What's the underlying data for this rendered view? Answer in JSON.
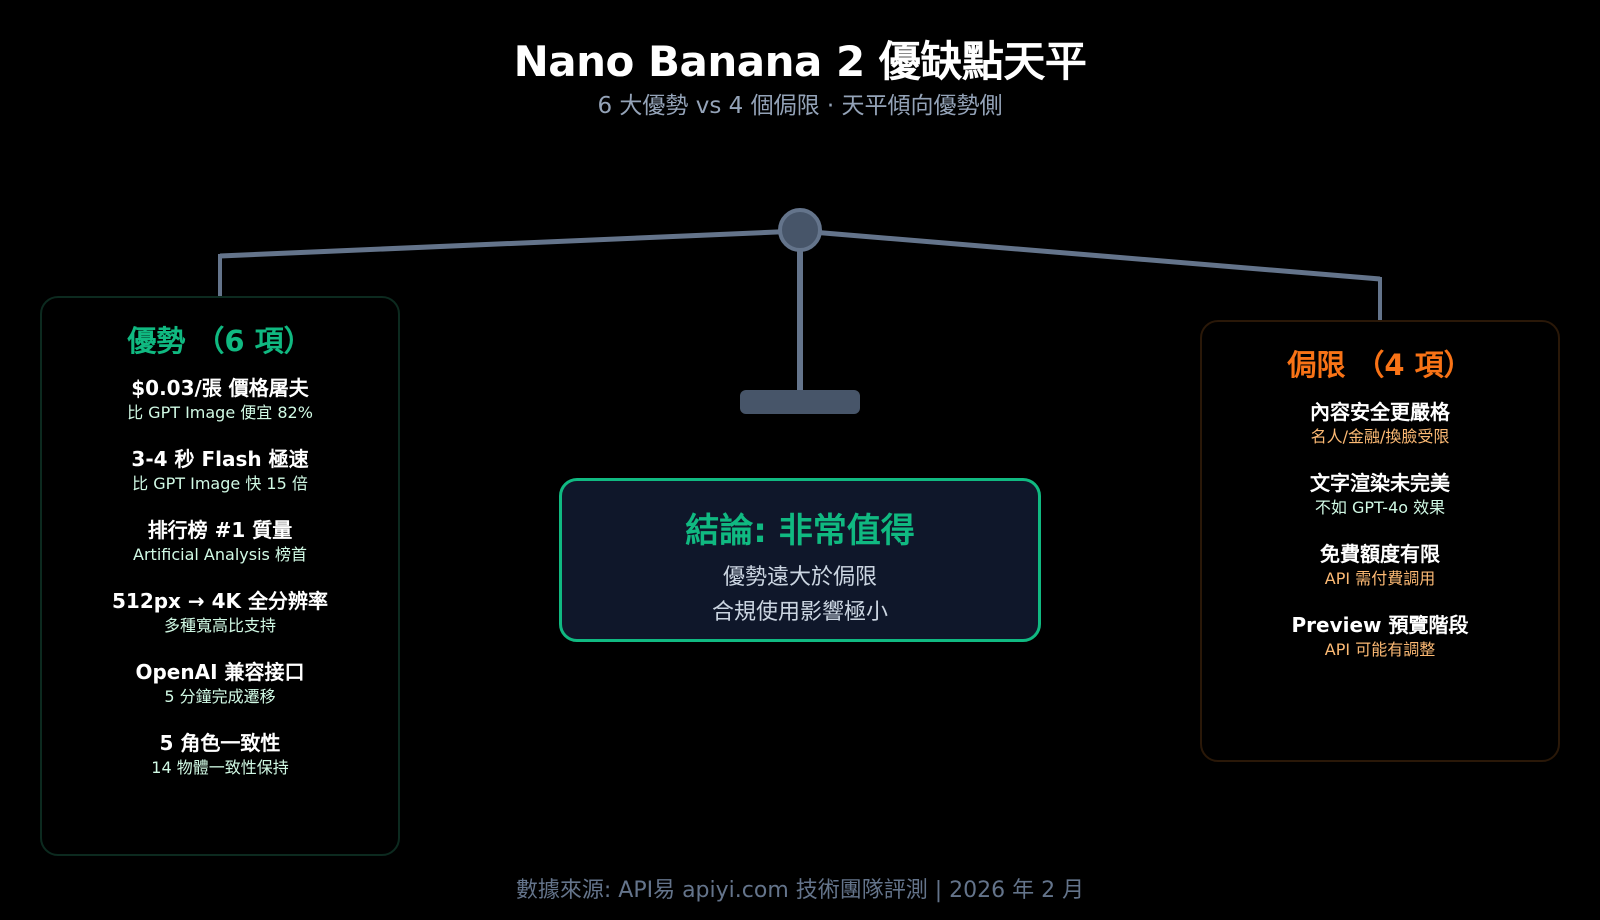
{
  "title": "Nano Banana 2 優缺點天平",
  "subtitle": "6 大優勢 vs 4 個侷限 · 天平傾向優勢側",
  "colors": {
    "background": "#000000",
    "pros_accent": "#10b981",
    "cons_accent": "#f97316",
    "beam": "#64748b",
    "conclusion_bg": "#0f172a"
  },
  "pros": {
    "heading": "優勢 （6 項）",
    "items": [
      {
        "title": "$0.03/張 價格屠夫",
        "sub": "比 GPT Image 便宜 82%"
      },
      {
        "title": "3-4 秒 Flash 極速",
        "sub": "比 GPT Image 快 15 倍"
      },
      {
        "title": "排行榜 #1 質量",
        "sub": "Artificial Analysis 榜首"
      },
      {
        "title": "512px → 4K 全分辨率",
        "sub": "多種寬高比支持"
      },
      {
        "title": "OpenAI 兼容接口",
        "sub": "5 分鐘完成遷移"
      },
      {
        "title": "5 角色一致性",
        "sub": "14 物體一致性保持"
      }
    ]
  },
  "cons": {
    "heading": "侷限 （4 項）",
    "items": [
      {
        "title": "內容安全更嚴格",
        "sub": "名人/金融/換臉受限"
      },
      {
        "title": "文字渲染未完美",
        "sub": "不如 GPT-4o 效果"
      },
      {
        "title": "免費額度有限",
        "sub": "API 需付費調用"
      },
      {
        "title": "Preview 預覽階段",
        "sub": "API 可能有調整"
      }
    ]
  },
  "conclusion": {
    "title": "結論: 非常值得",
    "line1": "優勢遠大於侷限",
    "line2": "合規使用影響極小"
  },
  "footer": "數據來源: API易 apiyi.com 技術團隊評測 | 2026 年 2 月"
}
